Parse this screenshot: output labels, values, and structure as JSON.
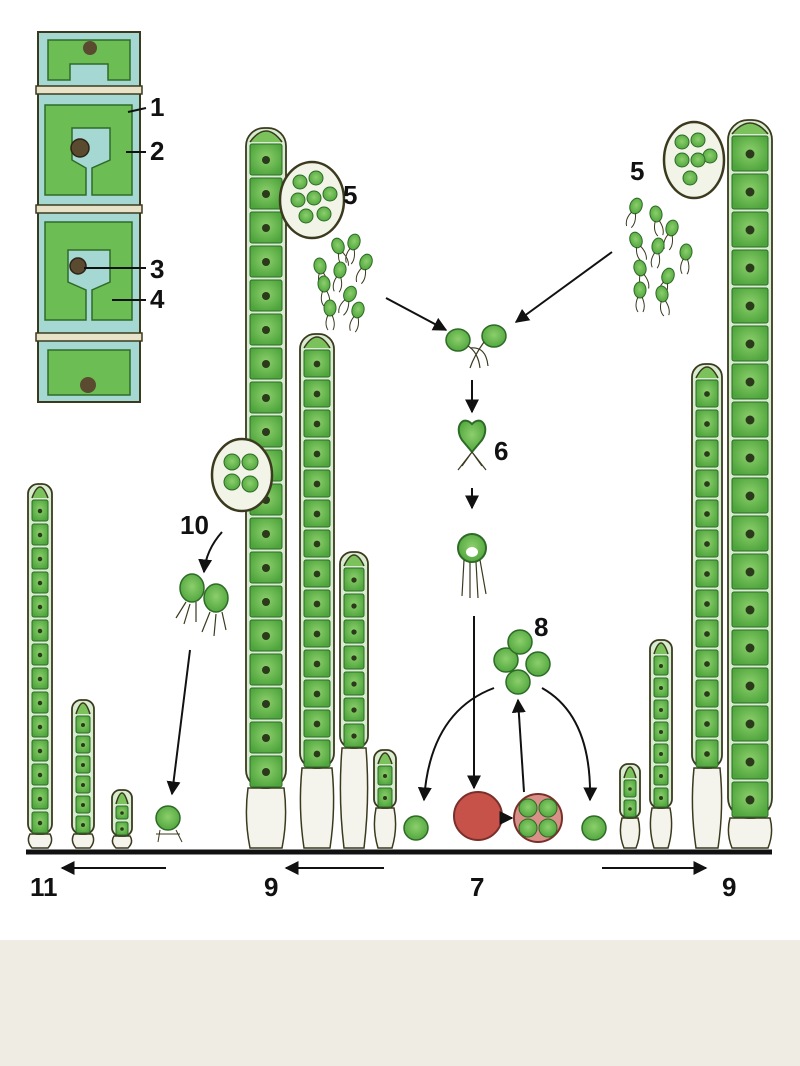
{
  "diagram": {
    "callout_labels": [
      "1",
      "2",
      "3",
      "4"
    ],
    "stage_labels": {
      "zoospores_left": "5",
      "zoospores_right": "5",
      "zygote": "6",
      "zygospore": "7",
      "meiospores": "8",
      "filament_mid": "9",
      "filament_right": "9",
      "zoospore_asexual": "10",
      "young_filaments": "11"
    }
  },
  "colors": {
    "cell_fill": "#5fb04a",
    "cell_fill_light": "#7cc25c",
    "chloroplast": "#3f9a36",
    "sheath_light": "#d8ecd0",
    "outline": "#3b3a1f",
    "zygospore": "#c6524a",
    "substrate": "#111111",
    "inset_bg": "#9fd3cf",
    "footer_bg": "#efece3"
  }
}
